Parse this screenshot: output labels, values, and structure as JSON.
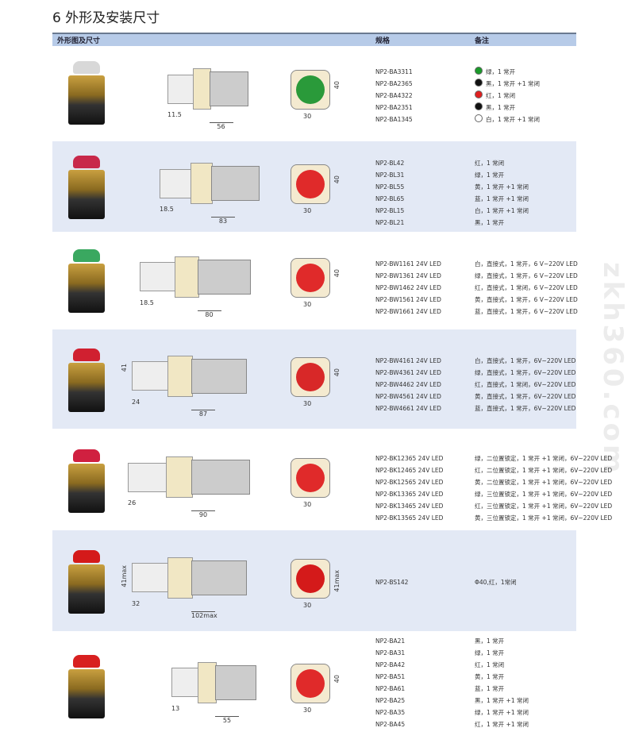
{
  "title": "6 外形及安装尺寸",
  "header": {
    "col_drawing": "外形图及尺寸",
    "col_spec": "规格",
    "col_note": "备注"
  },
  "watermark": "zkh360.com",
  "sections": [
    {
      "cap_color": "#d8d8d8",
      "front_color": "#2a9a3a",
      "dims": [
        "11.5",
        "56",
        "40",
        "30"
      ],
      "specs": [
        "NP2-BA3311",
        "NP2-BA2365",
        "NP2-BA4322",
        "NP2-BA2351",
        "NP2-BA1345"
      ],
      "notes": [
        "绿，1 常开",
        "黑，1 常开 +1 常闭",
        "红，1 常闭",
        "黑，1 常开",
        "白，1 常开 +1 常闭"
      ],
      "note_icons": [
        "#1a9a2a",
        "#111",
        "#e02020",
        "#111",
        "#fff"
      ]
    },
    {
      "cap_color": "#c8284a",
      "front_color": "#e02a2a",
      "dims": [
        "18.5",
        "83",
        "40",
        "30"
      ],
      "specs": [
        "NP2-BL42",
        "NP2-BL31",
        "NP2-BL55",
        "NP2-BL65",
        "NP2-BL15",
        "NP2-BL21"
      ],
      "notes": [
        "红，1 常闭",
        "绿，1 常开",
        "黄，1 常开 +1 常闭",
        "蓝，1 常开 +1 常闭",
        "白，1 常开 +1 常闭",
        "黑，1 常开"
      ]
    },
    {
      "cap_color": "#3aa860",
      "front_color": "#e02a2a",
      "dims": [
        "18.5",
        "80",
        "40",
        "30"
      ],
      "specs": [
        "NP2-BW1161 24V LED",
        "NP2-BW1361 24V LED",
        "NP2-BW1462 24V LED",
        "NP2-BW1561 24V LED",
        "NP2-BW1661 24V LED"
      ],
      "notes": [
        "白，直接式，1 常开，6 V~220V LED",
        "绿，直接式，1 常开，6 V~220V LED",
        "红，直接式，1 常闭，6 V~220V LED",
        "黄，直接式，1 常开，6 V~220V LED",
        "蓝，直接式，1 常开，6 V~220V LED"
      ]
    },
    {
      "cap_color": "#d02030",
      "front_color": "#d82828",
      "dims": [
        "24",
        "87",
        "40",
        "30",
        "41"
      ],
      "specs": [
        "NP2-BW4161 24V LED",
        "NP2-BW4361 24V LED",
        "NP2-BW4462 24V LED",
        "NP2-BW4561 24V LED",
        "NP2-BW4661 24V LED"
      ],
      "notes": [
        "白，直接式，1 常开，6V~220V LED",
        "绿，直接式，1 常开，6V~220V LED",
        "红，直接式，1 常闭，6V~220V LED",
        "黄，直接式，1 常开，6V~220V LED",
        "蓝，直接式，1 常开，6V~220V LED"
      ]
    },
    {
      "cap_color": "#d02040",
      "front_color": "#e02a2a",
      "dims": [
        "26",
        "90",
        "30"
      ],
      "specs": [
        "NP2-BK12365 24V  LED",
        "NP2-BK12465 24V  LED",
        "NP2-BK12565 24V  LED",
        "NP2-BK13365 24V  LED",
        "NP2-BK13465 24V  LED",
        "NP2-BK13565 24V  LED"
      ],
      "notes": [
        "绿，二位置锁定，1 常开 +1 常闭，6V~220V LED",
        "红，二位置锁定，1 常开 +1 常闭，6V~220V LED",
        "黄，二位置锁定，1 常开 +1 常闭，6V~220V LED",
        "绿，三位置锁定，1 常开 +1 常闭，6V~220V LED",
        "红，三位置锁定，1 常开 +1 常闭，6V~220V LED",
        "黄，三位置锁定，1 常开 +1 常闭，6V~220V LED"
      ]
    },
    {
      "cap_color": "#d41a1a",
      "front_color": "#d41a1a",
      "dims": [
        "32",
        "102max",
        "41max",
        "30",
        "41max"
      ],
      "specs": [
        "NP2-BS142"
      ],
      "notes": [
        "Φ40,红，1常闭"
      ]
    },
    {
      "cap_color": "#d82020",
      "front_color": "#e02a2a",
      "dims": [
        "13",
        "55",
        "40",
        "30"
      ],
      "specs": [
        "NP2-BA21",
        "NP2-BA31",
        "NP2-BA42",
        "NP2-BA51",
        "NP2-BA61",
        "NP2-BA25",
        "NP2-BA35",
        "NP2-BA45"
      ],
      "notes": [
        "黑，1 常开",
        "绿，1 常开",
        "红，1 常闭",
        "黄，1 常开",
        "蓝，1 常开",
        "黑，1 常开 +1 常闭",
        "绿，1 常开 +1 常闭",
        "红，1 常开 +1 常闭"
      ]
    }
  ]
}
